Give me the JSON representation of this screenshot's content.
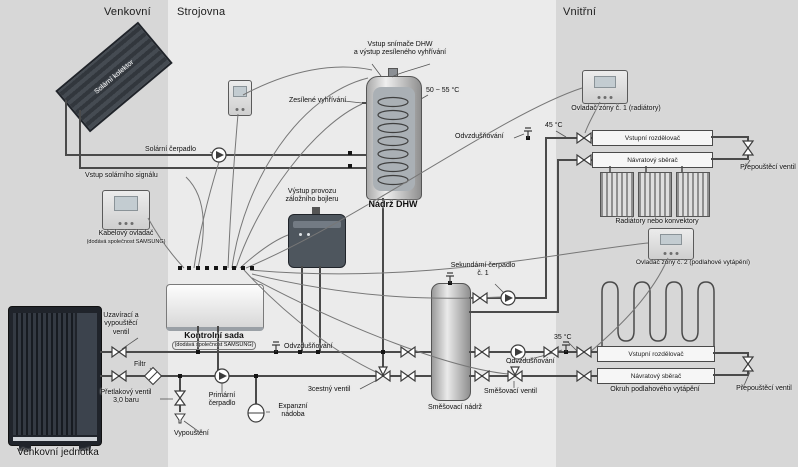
{
  "zones": {
    "outdoor": "Venkovní",
    "machine_room": "Strojovna",
    "indoor": "Vnitřní"
  },
  "components": {
    "solar_collector": "Solární kolektor",
    "wired_controller": "Kabelový ovladač",
    "samsung_note": "(dodává společnost SAMSUNG)",
    "outdoor_unit": "Venkovní jednotka",
    "control_kit": "Kontrolní sada",
    "dhw_tank": "Nádrž DHW",
    "mixing_tank": "Směšovací nádrž",
    "zone1_controller": "Ovladač zóny č. 1 (radiátory)",
    "zone2_controller": "Ovladač zóny č. 2 (podlahové vytápění)",
    "radiators": "Radiátory nebo konvektory",
    "floor_circuit": "Okruh podlahového vytápění"
  },
  "labels": {
    "dhw_sensor_io": "Vstup snímače DHW\na výstup zesíleného vyhřívání",
    "boost_heating": "Zesílené vyhřívání",
    "backup_boiler_output": "Výstup provozu záložního bojleru",
    "solar_pump": "Solární čerpadlo",
    "solar_signal_input": "Vstup solárního signálu",
    "shutoff_drain_valve": "Uzavírací a vypouštěcí ventil",
    "filter": "Filtr",
    "pressure_relief_valve": "Přetlakový ventil\n3,0 baru",
    "primary_pump": "Primární čerpadlo",
    "drain": "Vypouštění",
    "expansion_vessel": "Expanzní nádoba",
    "air_vent": "Odvzdušňování",
    "three_way_valve": "3cestný ventil",
    "mixing_valve": "Směšovací ventil",
    "secondary_pump_1": "Sekundární čerpadlo č. 1",
    "inlet_manifold": "Vstupní rozdělovač",
    "return_manifold": "Návratový sběrač",
    "overflow_valve": "Přepouštěcí ventil"
  },
  "temperatures": {
    "dhw": "50 ~ 55 °C",
    "radiators": "45 °C",
    "floor": "35 °C"
  },
  "colors": {
    "zone_outdoor_bg": "#d7d7d7",
    "zone_machine_bg": "#ebebeb",
    "zone_indoor_bg": "#d7d7d7",
    "pipe": "#4a4a4a",
    "component_dark": "#20242b"
  }
}
